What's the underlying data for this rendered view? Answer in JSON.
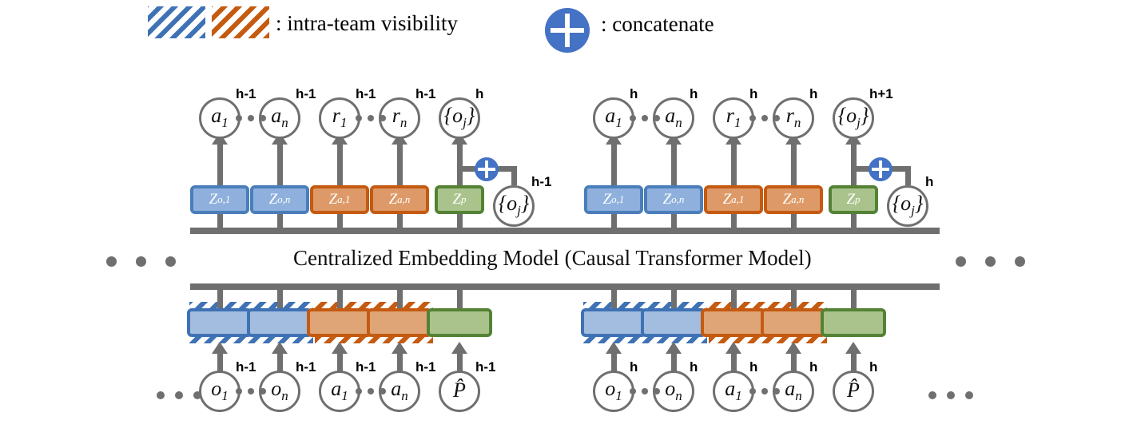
{
  "legend": {
    "hatch_blue_swatch": "blue-diagonal-hatch",
    "hatch_orange_swatch": "orange-diagonal-hatch",
    "visibility_label": ": intra-team visibility",
    "concat_icon": "plus-circle-icon",
    "concat_label": ": concatenate",
    "colors": {
      "blue_border": "#3f72b5",
      "blue_fill": "#a3bde0",
      "orange_border": "#c55a11",
      "orange_fill": "#dfa576",
      "green_border": "#548235",
      "green_fill": "#aac38d",
      "concat_circle": "#4472c4",
      "wire_gray": "#6f6f6f"
    }
  },
  "caption": "Centralized Embedding Model (Causal Transformer Model)",
  "ellipsis": {
    "left": "• • •",
    "right": "• • •",
    "bottom_left": "• • •",
    "bottom_right": "• • •"
  },
  "blocks": [
    {
      "step": "h-1",
      "output_nodes": [
        {
          "base": "a",
          "sub": "1",
          "sup": "h-1"
        },
        {
          "base": "a",
          "sub": "n",
          "sup": "h-1"
        },
        {
          "base": "r",
          "sub": "1",
          "sup": "h-1"
        },
        {
          "base": "r",
          "sub": "n",
          "sup": "h-1"
        },
        {
          "base": "{o",
          "sub": "j",
          "close": "}",
          "sup": "h"
        }
      ],
      "z_boxes": [
        {
          "base": "Z",
          "sub": "o,1",
          "color": "blue"
        },
        {
          "base": "Z",
          "sub": "o,n",
          "color": "blue"
        },
        {
          "base": "Z",
          "sub": "a,1",
          "color": "orange"
        },
        {
          "base": "Z",
          "sub": "a,n",
          "color": "orange"
        },
        {
          "base": "Z",
          "sub": "p",
          "color": "green"
        }
      ],
      "obs_node": {
        "base": "{o",
        "sub": "j",
        "close": "}",
        "sup": "h-1"
      },
      "embedding_boxes": [
        "blue",
        "blue",
        "orange",
        "orange",
        "green"
      ],
      "input_nodes": [
        {
          "base": "o",
          "sub": "1",
          "sup": "h-1"
        },
        {
          "base": "o",
          "sub": "n",
          "sup": "h-1"
        },
        {
          "base": "a",
          "sub": "1",
          "sup": "h-1"
        },
        {
          "base": "a",
          "sub": "n",
          "sup": "h-1"
        },
        {
          "base": "P̂",
          "sub": "",
          "sup": "h-1"
        }
      ]
    },
    {
      "step": "h",
      "output_nodes": [
        {
          "base": "a",
          "sub": "1",
          "sup": "h"
        },
        {
          "base": "a",
          "sub": "n",
          "sup": "h"
        },
        {
          "base": "r",
          "sub": "1",
          "sup": "h"
        },
        {
          "base": "r",
          "sub": "n",
          "sup": "h"
        },
        {
          "base": "{o",
          "sub": "j",
          "close": "}",
          "sup": "h+1"
        }
      ],
      "z_boxes": [
        {
          "base": "Z",
          "sub": "o,1",
          "color": "blue"
        },
        {
          "base": "Z",
          "sub": "o,n",
          "color": "blue"
        },
        {
          "base": "Z",
          "sub": "a,1",
          "color": "orange"
        },
        {
          "base": "Z",
          "sub": "a,n",
          "color": "orange"
        },
        {
          "base": "Z",
          "sub": "p",
          "color": "green"
        }
      ],
      "obs_node": {
        "base": "{o",
        "sub": "j",
        "close": "}",
        "sup": "h"
      },
      "embedding_boxes": [
        "blue",
        "blue",
        "orange",
        "orange",
        "green"
      ],
      "input_nodes": [
        {
          "base": "o",
          "sub": "1",
          "sup": "h"
        },
        {
          "base": "o",
          "sub": "n",
          "sup": "h"
        },
        {
          "base": "a",
          "sub": "1",
          "sup": "h"
        },
        {
          "base": "a",
          "sub": "n",
          "sup": "h"
        },
        {
          "base": "P̂",
          "sub": "",
          "sup": "h"
        }
      ]
    }
  ]
}
